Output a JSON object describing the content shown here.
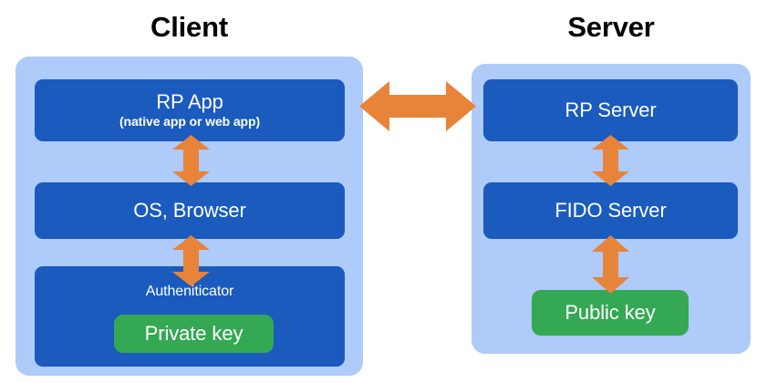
{
  "diagram": {
    "title_client": "Client",
    "title_server": "Server",
    "client": {
      "rp_app": {
        "title": "RP App",
        "subtitle": "(native app or web app)"
      },
      "os_browser": {
        "title": "OS, Browser"
      },
      "authenticator": {
        "title": "Autheniticator",
        "key": "Private key"
      }
    },
    "server": {
      "rp_server": {
        "title": "RP Server"
      },
      "fido_server": {
        "title": "FIDO Server"
      },
      "key": "Public key"
    },
    "arrows": {
      "client_server": "double-headed-horizontal-arrow",
      "rp_app_to_os_browser": "double-headed-vertical-arrow",
      "os_browser_to_authenticator": "double-headed-vertical-arrow",
      "rp_server_to_fido_server": "double-headed-vertical-arrow",
      "fido_server_to_public_key": "double-headed-vertical-arrow"
    },
    "colors": {
      "background": "#ffffff",
      "panel": "#aecbfa",
      "box": "#1a5bbd",
      "key": "#34a853",
      "arrow": "#e8833a",
      "title_text": "#000000",
      "box_text": "#ffffff"
    }
  },
  "chart_data": {
    "type": "diagram",
    "title": "FIDO / WebAuthn Client-Server architecture",
    "groups": [
      {
        "name": "Client",
        "nodes": [
          {
            "label": "RP App",
            "sublabel": "(native app or web app)",
            "kind": "component"
          },
          {
            "label": "OS, Browser",
            "kind": "component"
          },
          {
            "label": "Autheniticator",
            "kind": "component",
            "children": [
              {
                "label": "Private key",
                "kind": "key"
              }
            ]
          }
        ]
      },
      {
        "name": "Server",
        "nodes": [
          {
            "label": "RP Server",
            "kind": "component"
          },
          {
            "label": "FIDO Server",
            "kind": "component"
          },
          {
            "label": "Public key",
            "kind": "key"
          }
        ]
      }
    ],
    "edges": [
      {
        "from": "RP App",
        "to": "RP Server",
        "direction": "bidirectional",
        "orientation": "horizontal"
      },
      {
        "from": "RP App",
        "to": "OS, Browser",
        "direction": "bidirectional",
        "orientation": "vertical"
      },
      {
        "from": "OS, Browser",
        "to": "Autheniticator",
        "direction": "bidirectional",
        "orientation": "vertical"
      },
      {
        "from": "RP Server",
        "to": "FIDO Server",
        "direction": "bidirectional",
        "orientation": "vertical"
      },
      {
        "from": "FIDO Server",
        "to": "Public key",
        "direction": "bidirectional",
        "orientation": "vertical"
      }
    ]
  }
}
